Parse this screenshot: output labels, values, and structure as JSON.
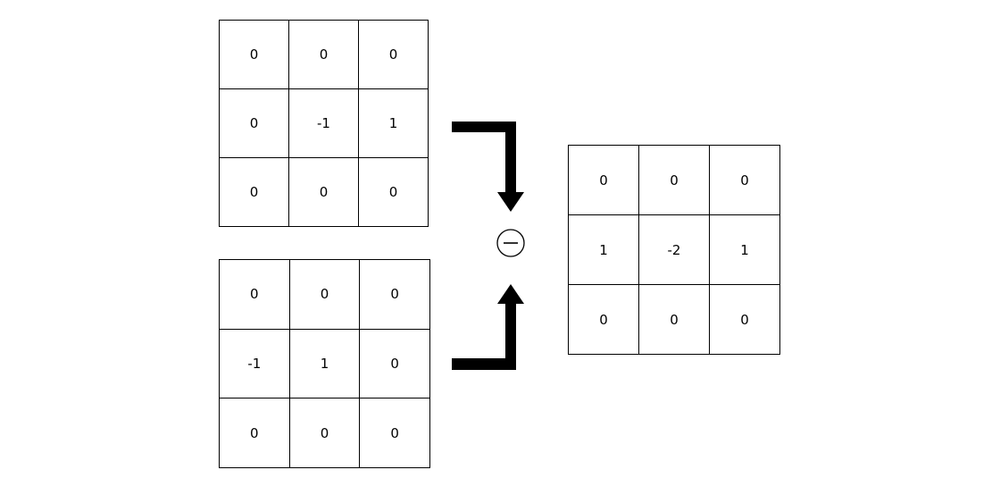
{
  "top_kernel": [
    [
      "0",
      "0",
      "0"
    ],
    [
      "0",
      "-1",
      "1"
    ],
    [
      "0",
      "0",
      "0"
    ]
  ],
  "bottom_kernel": [
    [
      "0",
      "0",
      "0"
    ],
    [
      "-1",
      "1",
      "0"
    ],
    [
      "0",
      "0",
      "0"
    ]
  ],
  "result_kernel": [
    [
      "0",
      "0",
      "0"
    ],
    [
      "1",
      "-2",
      "1"
    ],
    [
      "0",
      "0",
      "0"
    ]
  ],
  "operator": {
    "icon": "minus-circle-icon"
  },
  "colors": {
    "line": "#000000",
    "background": "#ffffff"
  }
}
